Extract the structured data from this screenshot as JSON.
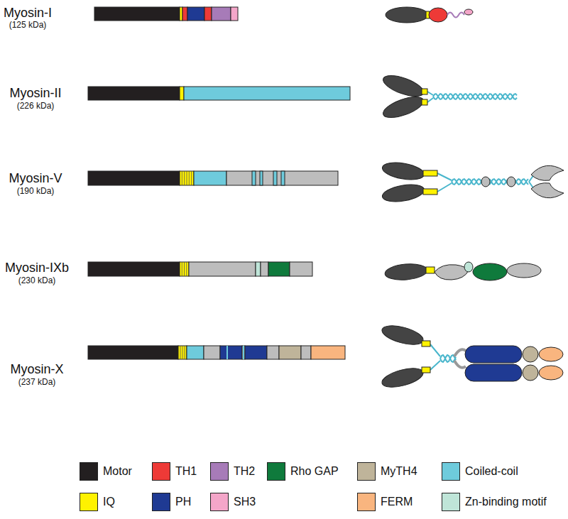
{
  "diagram": {
    "labels": [
      "Myosin-I",
      "(125 kDa)",
      "Myosin-II",
      "(226 kDa)",
      "Myosin-V",
      "(190 kDa)",
      "Myosin-IXb",
      "(230 kDa)",
      "Myosin-X",
      "(237 kDa)"
    ],
    "legend": [
      {
        "text": "Motor",
        "color": "#231f20"
      },
      {
        "text": "TH1",
        "color": "#ee3a37"
      },
      {
        "text": "TH2",
        "color": "#a77bb8"
      },
      {
        "text": "Rho GAP",
        "color": "#0f7a3c"
      },
      {
        "text": "MyTH4",
        "color": "#bfb49a"
      },
      {
        "text": "Coiled-coil",
        "color": "#6ecbdc"
      },
      {
        "text": "IQ",
        "color": "#fff200"
      },
      {
        "text": "PH",
        "color": "#1f3a93"
      },
      {
        "text": "SH3",
        "color": "#f4a6c9"
      },
      {
        "text": "FERM",
        "color": "#f9b57f"
      },
      {
        "text": "Zn-binding motif",
        "color": "#bfe5d8"
      }
    ]
  }
}
